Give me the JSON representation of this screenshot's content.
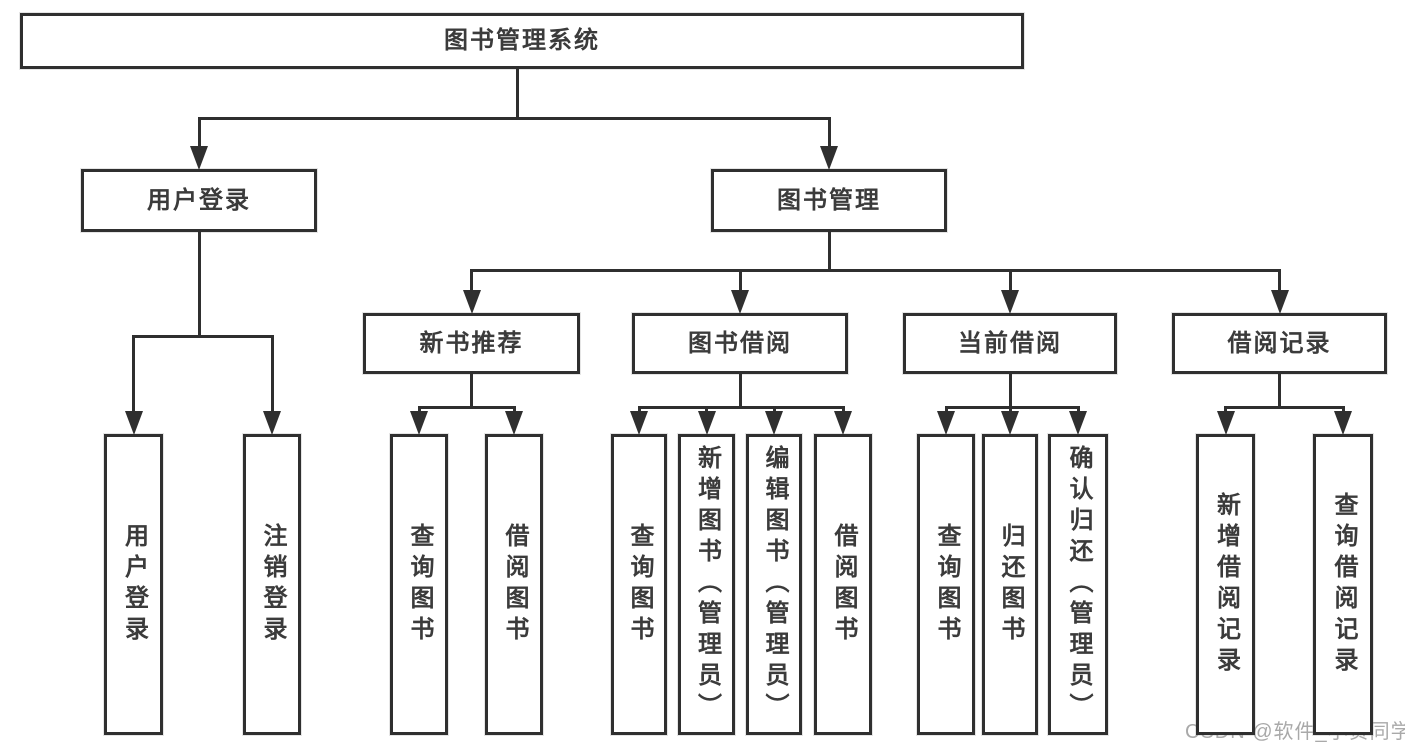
{
  "diagram": {
    "title": "图书管理系统",
    "nodes": [
      {
        "id": "root",
        "label": "图书管理系统"
      },
      {
        "id": "user-login",
        "label": "用户登录"
      },
      {
        "id": "book-mgmt",
        "label": "图书管理"
      },
      {
        "id": "new-book",
        "label": "新书推荐"
      },
      {
        "id": "book-borrow",
        "label": "图书借阅"
      },
      {
        "id": "current-borrow",
        "label": "当前借阅"
      },
      {
        "id": "borrow-record",
        "label": "借阅记录"
      },
      {
        "id": "leaf-user-login",
        "label": "用户登录"
      },
      {
        "id": "leaf-logout",
        "label": "注销登录"
      },
      {
        "id": "leaf-nb-query",
        "label": "查询图书"
      },
      {
        "id": "leaf-nb-borrow",
        "label": "借阅图书"
      },
      {
        "id": "leaf-bb-query",
        "label": "查询图书"
      },
      {
        "id": "leaf-bb-add",
        "label": "新增图书（管理员）"
      },
      {
        "id": "leaf-bb-edit",
        "label": "编辑图书（管理员）"
      },
      {
        "id": "leaf-bb-borrow",
        "label": "借阅图书"
      },
      {
        "id": "leaf-cb-query",
        "label": "查询图书"
      },
      {
        "id": "leaf-cb-return",
        "label": "归还图书"
      },
      {
        "id": "leaf-cb-confirm",
        "label": "确认归还（管理员）"
      },
      {
        "id": "leaf-br-add",
        "label": "新增借阅记录"
      },
      {
        "id": "leaf-br-query",
        "label": "查询借阅记录"
      }
    ]
  },
  "watermark": {
    "text": "CSDN @软件_小贺同学"
  },
  "colors": {
    "line": "#2f2f2f",
    "text": "#3b3b3b",
    "watermark": "#a9a9a9",
    "background": "#ffffff"
  }
}
